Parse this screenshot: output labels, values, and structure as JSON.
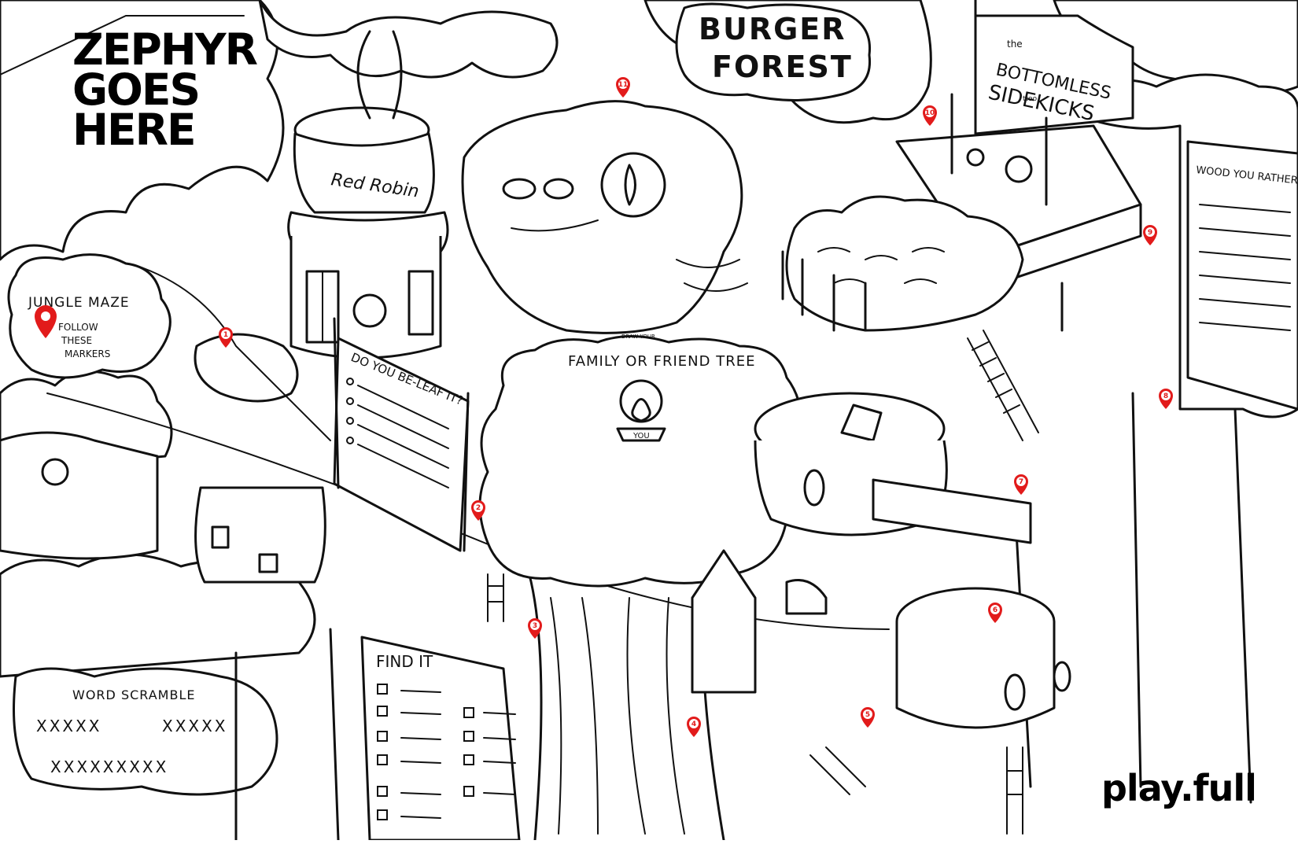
{
  "header": {
    "title_lines": [
      "ZEPHYR",
      "GOES",
      "HERE"
    ],
    "sign_burger_forest_line1": "BURGER",
    "sign_burger_forest_line2": "FOREST"
  },
  "brand": {
    "label": "play.full"
  },
  "restaurant": {
    "name": "Red Robin"
  },
  "band_sign": {
    "line1": "the",
    "line2": "BOTTOMLESS",
    "line3": "SIDEKICKS",
    "line4": "ttoo"
  },
  "jungle_maze": {
    "title": "JUNGLE MAZE",
    "instruction": [
      "FOLLOW",
      "THESE",
      "MARKERS"
    ]
  },
  "family_tree": {
    "prefix": "DRAW YOUR",
    "title": "FAMILY OR FRIEND TREE",
    "badge": "YOU"
  },
  "quiz_board": {
    "title": "DO YOU BE-LEAF IT?"
  },
  "would_you": {
    "title": "WOOD YOU RATHER"
  },
  "find_it": {
    "title": "FIND IT"
  },
  "word_scramble": {
    "title": "WORD SCRAMBLE",
    "row1a": "XXXXX",
    "row1b": "XXXXX",
    "row2": "XXXXXXXXX"
  },
  "markers": [
    "1",
    "2",
    "3",
    "4",
    "5",
    "6",
    "7",
    "8",
    "9",
    "10",
    "11"
  ],
  "colors": {
    "marker": "#e21b1b",
    "ink": "#111111",
    "paper": "#ffffff"
  }
}
